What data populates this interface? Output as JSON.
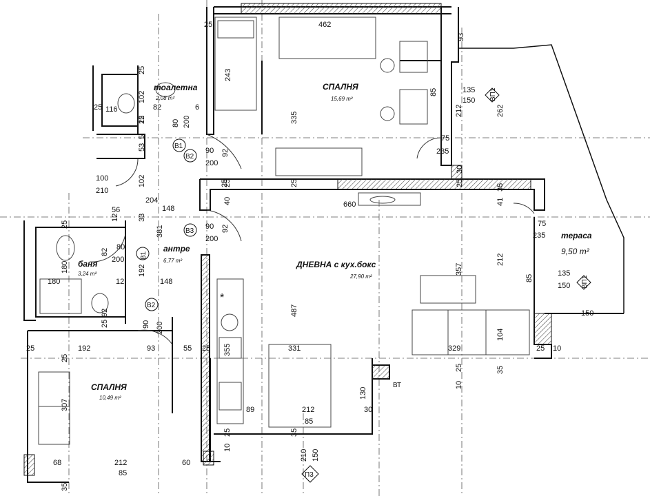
{
  "rooms": {
    "bedroom_top": {
      "name": "СПАЛНЯ",
      "area": "15,69 m²"
    },
    "toilet": {
      "name": "тоалетна",
      "area": "2,08 m²"
    },
    "hall": {
      "name": "антре",
      "area": "6,77 m²"
    },
    "bath": {
      "name": "баня",
      "area": "3,24 m²"
    },
    "living": {
      "name": "ДНЕВНА с кух.бокс",
      "area": "27,90 m²"
    },
    "bedroom_bottom": {
      "name": "СПАЛНЯ",
      "area": "10,49 m²"
    },
    "terrace": {
      "name": "тераса",
      "area": "9,50 m²"
    }
  },
  "door_tags": {
    "b1_top": "B1",
    "b2_top": "B2",
    "b3": "B3",
    "b1_hall": "B1",
    "b2_hall": "B2",
    "p1_top": "ВП1",
    "p1_bottom": "ВП1",
    "p3": "П3"
  },
  "marks": {
    "vt": "ВТ",
    "star": "*"
  },
  "dims": {
    "d25_a": "25",
    "d462": "462",
    "d93": "93",
    "d243": "243",
    "d335": "335",
    "d85_a": "85",
    "d135_a": "135",
    "d150_a": "150",
    "d212_a": "212",
    "d262": "262",
    "d75_a": "75",
    "d235_a": "235",
    "d25_b": "25",
    "d102_a": "102",
    "d25_c": "25",
    "d116": "116",
    "d82_a": "82",
    "d6": "6",
    "d12_a": "12",
    "d80_a": "80",
    "d200_a": "200",
    "d53": "53",
    "d5": "5",
    "d90_a": "90",
    "d200_b": "200",
    "d92_a": "92",
    "d30": "30",
    "d100": "100",
    "d210_a": "210",
    "d102_b": "102",
    "d25_d": "25",
    "d25_e": "25",
    "d25_f": "25",
    "d204": "204",
    "d148_a": "148",
    "d40": "40",
    "d660": "660",
    "d41": "41",
    "d56": "56",
    "d12_b": "12",
    "d33": "33",
    "d381": "381",
    "d90_b": "90",
    "d200_c": "200",
    "d92_b": "92",
    "d75_b": "75",
    "d235_b": "235",
    "d25_g": "25",
    "d82_b": "82",
    "d80_b": "80",
    "d200_d": "200",
    "d180_a": "180",
    "d180_b": "180",
    "d12_c": "12",
    "d192_a": "192",
    "d148_b": "148",
    "d487": "487",
    "d357": "357",
    "d212_b": "212",
    "d85_b": "85",
    "d135_b": "135",
    "d150_b": "150",
    "d150_c": "150",
    "d92_c": "92",
    "d25_h": "25",
    "d90_c": "90",
    "d200_e": "200",
    "d104": "104",
    "d25_i": "25",
    "d192_b": "192",
    "d93_b": "93",
    "d55": "55",
    "d25_j": "25",
    "d35_a": "35",
    "d355": "355",
    "d331": "331",
    "d329": "329",
    "d25_k": "25",
    "d10_a": "10",
    "d10_b": "10",
    "d25_l": "25",
    "d35_b": "35",
    "d307": "307",
    "d89": "89",
    "d212_c": "212",
    "d30_b": "30",
    "d130": "130",
    "d85_c": "85",
    "d25_m": "25",
    "d35_c": "35",
    "d10_c": "10",
    "d210_b": "210",
    "d150_d": "150",
    "d68": "68",
    "d212_d": "212",
    "d60": "60",
    "d85_d": "85",
    "d35_d": "35",
    "d25_n": "25",
    "d25_o": "25",
    "d25_p": "25"
  }
}
